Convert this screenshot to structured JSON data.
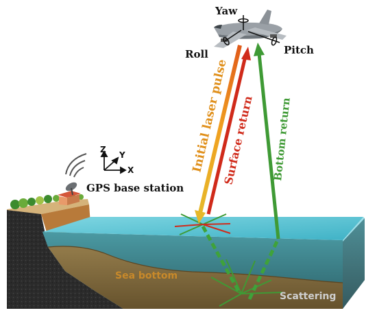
{
  "labels": {
    "yaw": "Yaw",
    "roll": "Roll",
    "pitch": "Pitch",
    "initial_pulse": "Initial laser pulse",
    "surface_return": "Surface return",
    "bottom_return": "Bottom return",
    "gps_base_station": "GPS base station",
    "axis_z": "Z",
    "axis_y": "Y",
    "axis_x": "X",
    "sea_bottom": "Sea bottom",
    "scattering": "Scattering"
  },
  "colors": {
    "initial_pulse": "#e0901c",
    "surface_return": "#d02a1a",
    "bottom_return": "#3f9a35",
    "water_surface": "#5fc6d6",
    "water_body": "#2f6f78",
    "sediment": "#8a6a38",
    "ground": "#2a2a2a",
    "label_dark": "#111111",
    "sea_bottom_text": "#c8892a",
    "scattering_text": "#cfcfcf"
  },
  "icons": {
    "aircraft": "airplane-icon",
    "antenna": "satellite-dish-icon",
    "signal": "radio-waves-icon",
    "axes": "xyz-axes-icon"
  }
}
